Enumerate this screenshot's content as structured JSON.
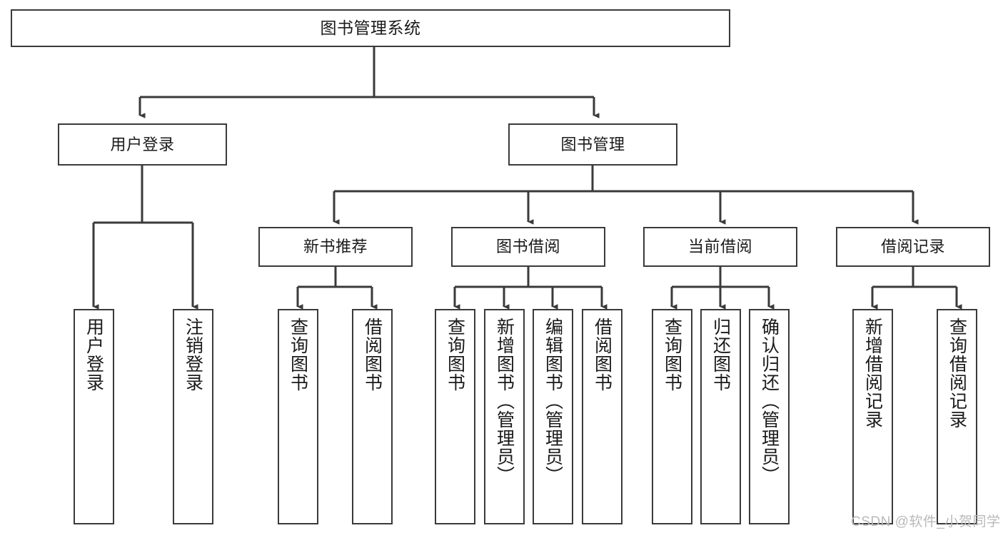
{
  "diagram": {
    "title": "图书管理系统",
    "watermark": "CSDN @软件_小贺同学",
    "colors": {
      "stroke": "#3a3a3a",
      "fill": "#ffffff",
      "text": "#1a1a1a",
      "watermark": "#b9b9b9",
      "background": "#ffffff"
    },
    "levels": {
      "root": "图书管理系统",
      "level2": [
        "用户登录",
        "图书管理"
      ],
      "level3": [
        "新书推荐",
        "图书借阅",
        "当前借阅",
        "借阅记录"
      ]
    },
    "nodes": {
      "root": {
        "label": "图书管理系统"
      },
      "user_login": {
        "label": "用户登录"
      },
      "book_manage": {
        "label": "图书管理"
      },
      "new_book_rec": {
        "label": "新书推荐"
      },
      "book_borrow": {
        "label": "图书借阅"
      },
      "current_borrow": {
        "label": "当前借阅"
      },
      "borrow_record": {
        "label": "借阅记录"
      },
      "leaf_user_login": {
        "label": "用户登录"
      },
      "leaf_logout": {
        "label": "注销登录"
      },
      "leaf_query_book_1": {
        "label": "查询图书"
      },
      "leaf_borrow_book_1": {
        "label": "借阅图书"
      },
      "leaf_query_book_2": {
        "label": "查询图书"
      },
      "leaf_add_book": {
        "label": "新增图书（管理员）"
      },
      "leaf_edit_book": {
        "label": "编辑图书（管理员）"
      },
      "leaf_borrow_book_2": {
        "label": "借阅图书"
      },
      "leaf_query_book_3": {
        "label": "查询图书"
      },
      "leaf_return_book": {
        "label": "归还图书"
      },
      "leaf_confirm_return": {
        "label": "确认归还（管理员）"
      },
      "leaf_add_record": {
        "label": "新增借阅记录"
      },
      "leaf_query_record": {
        "label": "查询借阅记录"
      }
    },
    "edges": [
      {
        "from": "root",
        "to": "user_login"
      },
      {
        "from": "root",
        "to": "book_manage"
      },
      {
        "from": "user_login",
        "to": "leaf_user_login"
      },
      {
        "from": "user_login",
        "to": "leaf_logout"
      },
      {
        "from": "book_manage",
        "to": "new_book_rec"
      },
      {
        "from": "book_manage",
        "to": "book_borrow"
      },
      {
        "from": "book_manage",
        "to": "current_borrow"
      },
      {
        "from": "book_manage",
        "to": "borrow_record"
      },
      {
        "from": "new_book_rec",
        "to": "leaf_query_book_1"
      },
      {
        "from": "new_book_rec",
        "to": "leaf_borrow_book_1"
      },
      {
        "from": "book_borrow",
        "to": "leaf_query_book_2"
      },
      {
        "from": "book_borrow",
        "to": "leaf_add_book"
      },
      {
        "from": "book_borrow",
        "to": "leaf_edit_book"
      },
      {
        "from": "book_borrow",
        "to": "leaf_borrow_book_2"
      },
      {
        "from": "current_borrow",
        "to": "leaf_query_book_3"
      },
      {
        "from": "current_borrow",
        "to": "leaf_return_book"
      },
      {
        "from": "current_borrow",
        "to": "leaf_confirm_return"
      },
      {
        "from": "borrow_record",
        "to": "leaf_add_record"
      },
      {
        "from": "borrow_record",
        "to": "leaf_query_record"
      }
    ]
  }
}
